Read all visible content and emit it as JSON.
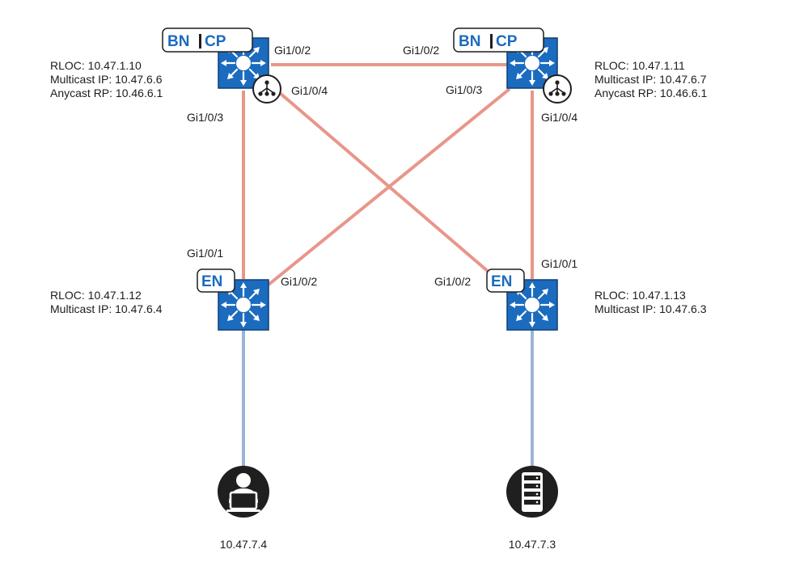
{
  "nodes": {
    "bncp_left": {
      "role_left": "BN",
      "role_right": "CP",
      "info": [
        "RLOC: 10.47.1.10",
        "Multicast IP: 10.47.6.6",
        "Anycast RP: 10.46.6.1"
      ],
      "ports": {
        "to_right_bncp": "Gi1/0/2",
        "to_en_right": "Gi1/0/4",
        "to_en_left": "Gi1/0/3"
      },
      "icon": "multicast-rp-icon"
    },
    "bncp_right": {
      "role_left": "BN",
      "role_right": "CP",
      "info": [
        "RLOC: 10.47.1.11",
        "Multicast IP: 10.47.6.7",
        "Anycast RP: 10.46.6.1"
      ],
      "ports": {
        "to_left_bncp": "Gi1/0/2",
        "to_en_left": "Gi1/0/3",
        "to_en_right": "Gi1/0/4"
      },
      "icon": "multicast-rp-icon"
    },
    "en_left": {
      "role": "EN",
      "info": [
        "RLOC: 10.47.1.12",
        "Multicast IP: 10.47.6.4"
      ],
      "ports": {
        "to_bncp_left": "Gi1/0/1",
        "to_bncp_right": "Gi1/0/2"
      }
    },
    "en_right": {
      "role": "EN",
      "info": [
        "RLOC: 10.47.1.13",
        "Multicast IP: 10.47.6.3"
      ],
      "ports": {
        "to_bncp_left": "Gi1/0/2",
        "to_bncp_right": "Gi1/0/1"
      }
    }
  },
  "endpoints": {
    "user": {
      "ip": "10.47.7.4",
      "icon": "user-laptop-icon"
    },
    "server": {
      "ip": "10.47.7.3",
      "icon": "server-icon"
    }
  },
  "colors": {
    "switch_fill": "#1b6bbf",
    "fabric_link": "#e8968a",
    "access_link": "#9db4d3",
    "endpoint_fill": "#1f1f1f",
    "text": "#1c1c1c",
    "tag_text": "#1b6bbf"
  }
}
